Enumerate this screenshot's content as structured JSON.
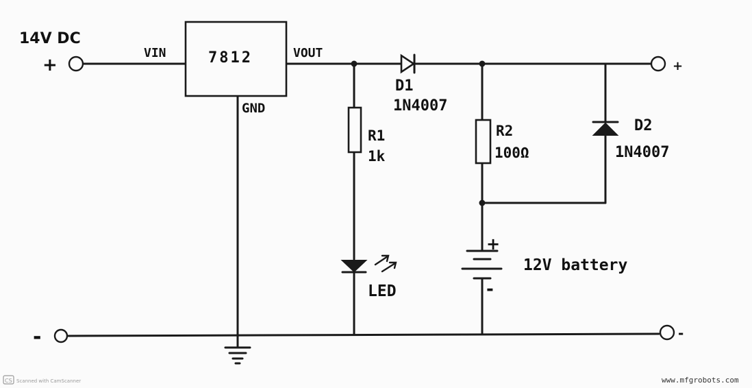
{
  "labels": {
    "input_voltage": "14V DC",
    "input_plus": "+",
    "input_minus": "-",
    "regulator": "7812",
    "vin": "VIN",
    "vout": "VOUT",
    "gnd": "GND",
    "d1_name": "D1",
    "d1_part": "1N4007",
    "r1_name": "R1",
    "r1_value": "1k",
    "led": "LED",
    "r2_name": "R2",
    "r2_value": "100Ω",
    "d2_name": "D2",
    "d2_part": "1N4007",
    "battery_plus": "+",
    "battery_minus": "-",
    "battery": "12V battery",
    "out_plus": "+",
    "out_minus": "-"
  },
  "footer": {
    "scanner_badge": "CS",
    "scanner_text": "Scanned with CamScanner",
    "website": "www.mfgrobots.com"
  },
  "colors": {
    "ink": "#1a1a1a",
    "paper": "#fbfbfb"
  }
}
